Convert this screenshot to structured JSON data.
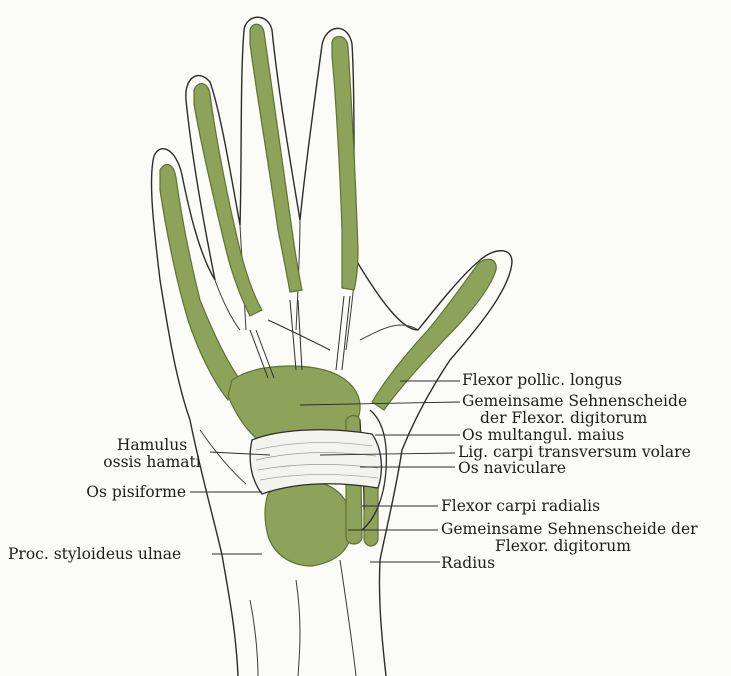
{
  "colors": {
    "tendon_sheath": "#8ea35a",
    "sheath_dark": "#5f7233",
    "outline": "#2c2c2c",
    "ligament": "#f4f4ee",
    "paper": "#fbfbf8"
  },
  "labels": {
    "flexor_pollicis_longus": "Flexor pollic. longus",
    "common_sheath_1_line1": "Gemeinsame Sehnenscheide",
    "common_sheath_1_line2": "der Flexor. digitorum",
    "os_multangulum": "Os multangul. maius",
    "lig_carpi": "Lig. carpi transversum volare",
    "os_naviculare": "Os naviculare",
    "hamulus_line1": "Hamulus",
    "hamulus_line2": "ossis hamati",
    "os_pisiforme": "Os pisiforme",
    "flexor_carpi_radialis": "Flexor carpi radialis",
    "common_sheath_2_line1": "Gemeinsame Sehnenscheide der",
    "common_sheath_2_line2": "Flexor. digitorum",
    "proc_styloideus": "Proc. styloideus ulnae",
    "radius": "Radius"
  }
}
